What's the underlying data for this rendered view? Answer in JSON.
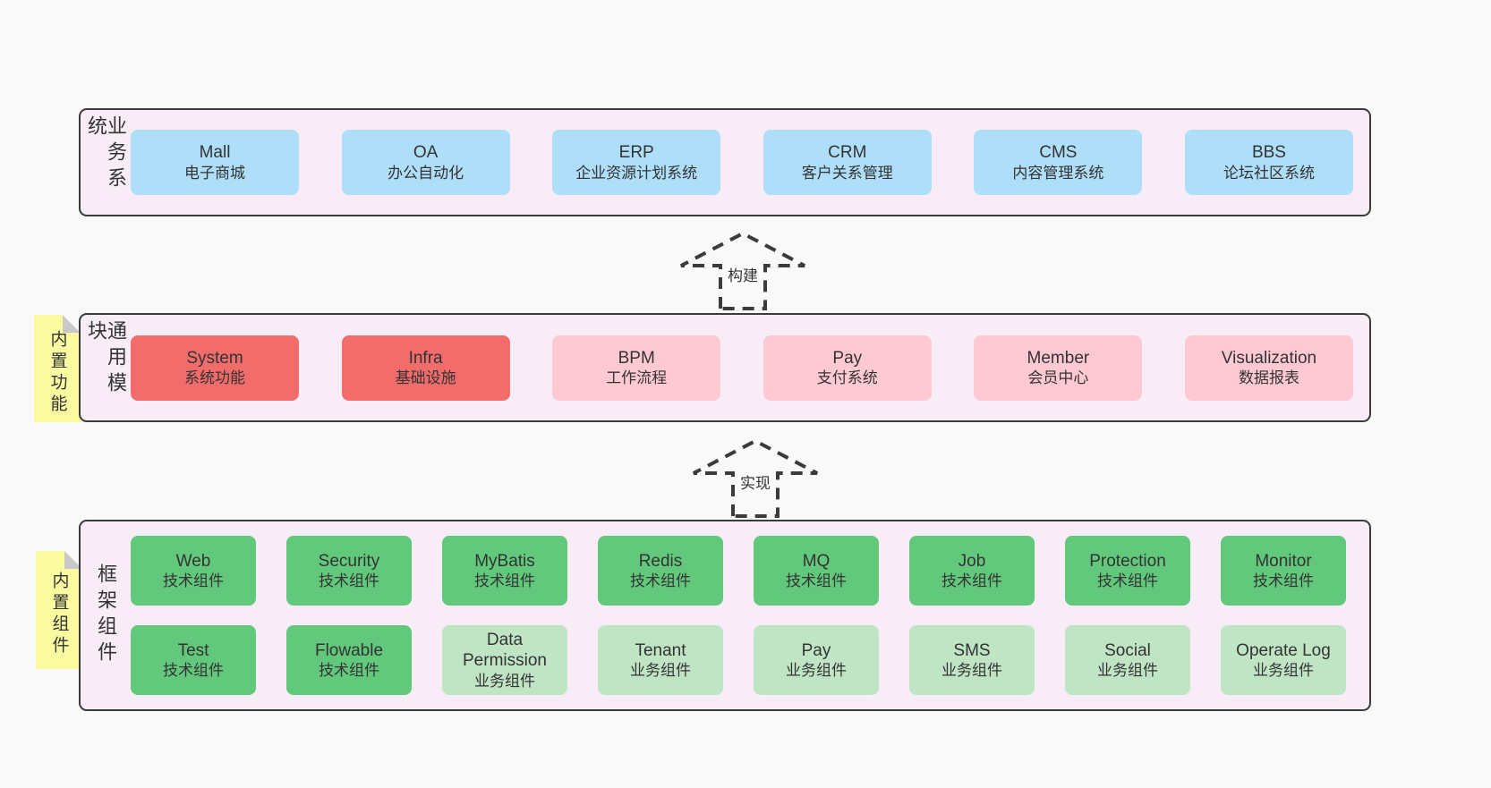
{
  "colors": {
    "page_bg": "#f9f9f9",
    "panel_bg": "#f8edf6",
    "panel_border": "#3b3b3b",
    "sticky_yellow": "#fafaa0",
    "sticky_fold": "#c9c9c9",
    "text": "#333333",
    "blue": "#aedef8",
    "red": "#f26c6c",
    "pink": "#fec9d3",
    "green": "#62c87c",
    "lightgreen": "#c0e5c4"
  },
  "arrows": [
    {
      "label": "构建"
    },
    {
      "label": "实现"
    }
  ],
  "layers": [
    {
      "id": "business-systems",
      "side_label": "业务系统",
      "sticky_label": null,
      "rows": [
        [
          {
            "name": "Mall",
            "desc": "电子商城",
            "color": "blue"
          },
          {
            "name": "OA",
            "desc": "办公自动化",
            "color": "blue"
          },
          {
            "name": "ERP",
            "desc": "企业资源计划系统",
            "color": "blue"
          },
          {
            "name": "CRM",
            "desc": "客户关系管理",
            "color": "blue"
          },
          {
            "name": "CMS",
            "desc": "内容管理系统",
            "color": "blue"
          },
          {
            "name": "BBS",
            "desc": "论坛社区系统",
            "color": "blue"
          }
        ]
      ]
    },
    {
      "id": "common-modules",
      "side_label": "通用模块",
      "sticky_label": "内置功能",
      "rows": [
        [
          {
            "name": "System",
            "desc": "系统功能",
            "color": "red"
          },
          {
            "name": "Infra",
            "desc": "基础设施",
            "color": "red"
          },
          {
            "name": "BPM",
            "desc": "工作流程",
            "color": "pink"
          },
          {
            "name": "Pay",
            "desc": "支付系统",
            "color": "pink"
          },
          {
            "name": "Member",
            "desc": "会员中心",
            "color": "pink"
          },
          {
            "name": "Visualization",
            "desc": "数据报表",
            "color": "pink"
          }
        ]
      ]
    },
    {
      "id": "framework-components",
      "side_label": "框架组件",
      "sticky_label": "内置组件",
      "rows": [
        [
          {
            "name": "Web",
            "desc": "技术组件",
            "color": "green"
          },
          {
            "name": "Security",
            "desc": "技术组件",
            "color": "green"
          },
          {
            "name": "MyBatis",
            "desc": "技术组件",
            "color": "green"
          },
          {
            "name": "Redis",
            "desc": "技术组件",
            "color": "green"
          },
          {
            "name": "MQ",
            "desc": "技术组件",
            "color": "green"
          },
          {
            "name": "Job",
            "desc": "技术组件",
            "color": "green"
          },
          {
            "name": "Protection",
            "desc": "技术组件",
            "color": "green"
          },
          {
            "name": "Monitor",
            "desc": "技术组件",
            "color": "green"
          }
        ],
        [
          {
            "name": "Test",
            "desc": "技术组件",
            "color": "green"
          },
          {
            "name": "Flowable",
            "desc": "技术组件",
            "color": "green"
          },
          {
            "name": "Data Permission",
            "desc": "业务组件",
            "color": "lightgreen"
          },
          {
            "name": "Tenant",
            "desc": "业务组件",
            "color": "lightgreen"
          },
          {
            "name": "Pay",
            "desc": "业务组件",
            "color": "lightgreen"
          },
          {
            "name": "SMS",
            "desc": "业务组件",
            "color": "lightgreen"
          },
          {
            "name": "Social",
            "desc": "业务组件",
            "color": "lightgreen"
          },
          {
            "name": "Operate Log",
            "desc": "业务组件",
            "color": "lightgreen"
          }
        ]
      ]
    }
  ]
}
